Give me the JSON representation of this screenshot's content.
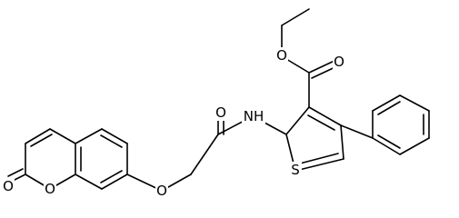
{
  "diagram": {
    "kind": "chemical-structure",
    "line_color": "#000000",
    "background": "#ffffff",
    "atom_labels": {
      "ring_carbonyl_o": "O",
      "ring_o": "O",
      "ether_o": "O",
      "amide_o": "O",
      "nh": "NH",
      "s": "S",
      "ester_o_single": "O",
      "ester_o_double": "O"
    }
  }
}
